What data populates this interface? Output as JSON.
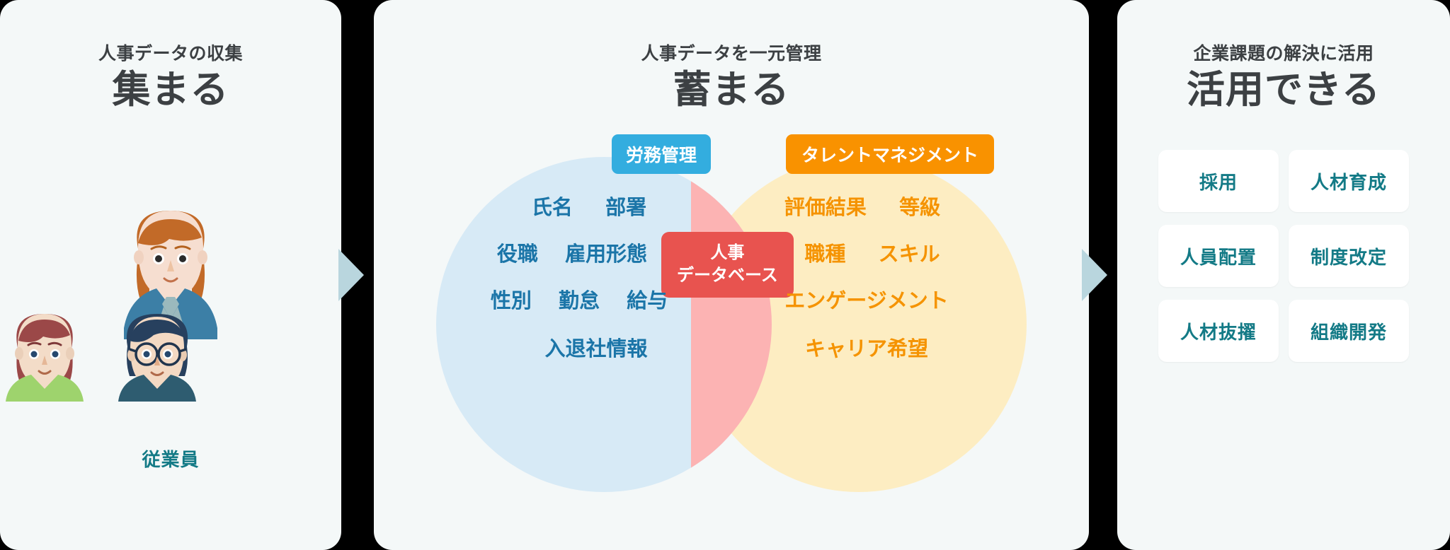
{
  "colors": {
    "panel_bg": "#f4f8f8",
    "heading": "#3c4043",
    "teal": "#137a86",
    "blue_chip": "#33addf",
    "orange_chip": "#f99200",
    "red_chip": "#e8534f",
    "circle_left": "#d7eaf6",
    "circle_right": "#fdedc2",
    "circle_overlap": "#fcb3b3",
    "left_text": "#1b75a8",
    "right_text": "#f59300",
    "arrow": "#b9d6de",
    "gap": "#000000"
  },
  "panels": {
    "left": {
      "kicker": "人事データの収集",
      "title": "集まる",
      "illustration_caption": "従業員",
      "people": [
        {
          "name": "woman-long-hair-avatar",
          "hair": "#c26a28",
          "clothes": "#3c7fa6",
          "skin": "#f6ded0"
        },
        {
          "name": "woman-bob-hair-avatar",
          "hair": "#9b4848",
          "clothes": "#9ed36d",
          "skin": "#f3dcc8"
        },
        {
          "name": "man-glasses-avatar",
          "hair": "#27405e",
          "clothes": "#2e5c70",
          "skin": "#f3d9c3"
        }
      ]
    },
    "center": {
      "kicker": "人事データを一元管理",
      "title": "蓄まる",
      "venn": {
        "left_chip": "労務管理",
        "right_chip": "タレントマネジメント",
        "center_chip_line1": "人事",
        "center_chip_line2": "データベース",
        "left_rows": [
          [
            "氏名",
            "部署"
          ],
          [
            "役職",
            "雇用形態"
          ],
          [
            "性別",
            "勤怠",
            "給与"
          ],
          [
            "入退社情報"
          ]
        ],
        "right_rows": [
          [
            "評価結果",
            "等級"
          ],
          [
            "職種",
            "スキル"
          ],
          [
            "エンゲージメント"
          ],
          [
            "キャリア希望"
          ]
        ]
      }
    },
    "right": {
      "kicker": "企業課題の解決に活用",
      "title": "活用できる",
      "cards": [
        "採用",
        "人材育成",
        "人員配置",
        "制度改定",
        "人材抜擢",
        "組織開発"
      ]
    }
  },
  "arrows": [
    {
      "name": "flow-arrow-left-to-center"
    },
    {
      "name": "flow-arrow-center-to-right"
    }
  ]
}
